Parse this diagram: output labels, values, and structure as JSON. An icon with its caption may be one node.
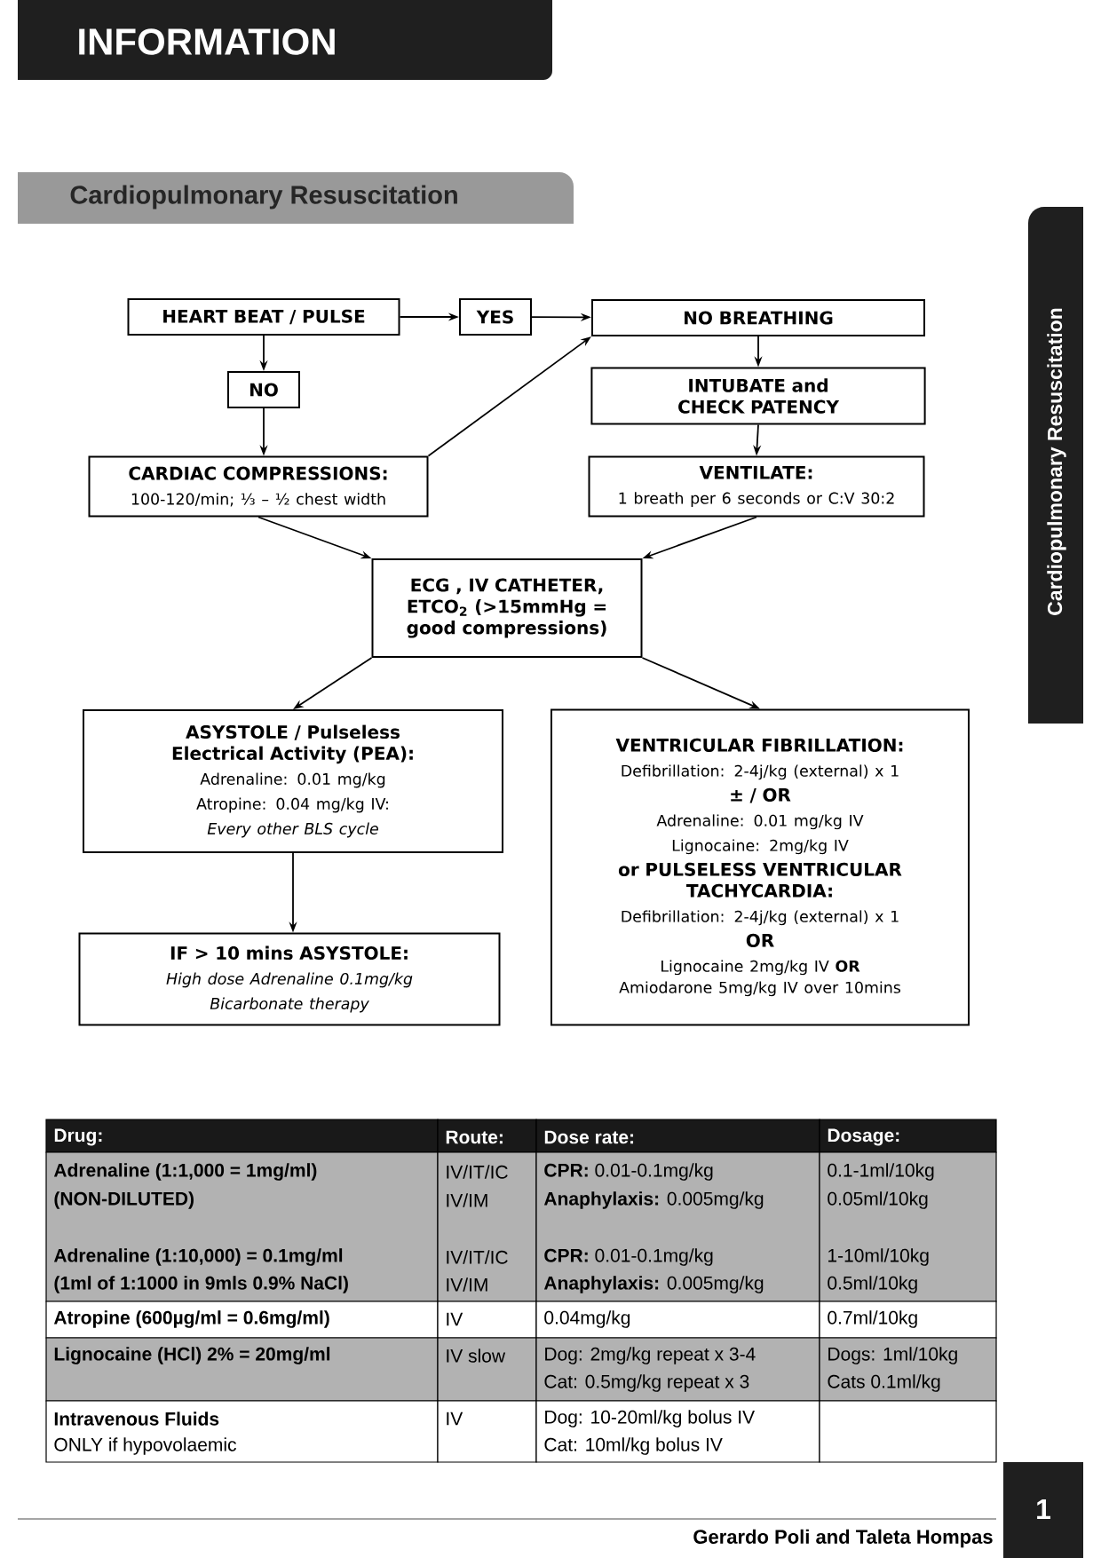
{
  "diagram": {
    "title": "Cardiopulmonary Resuscitation",
    "nodes": [
      {
        "text": [
          "HEART BEAT / PULSE"
        ]
      },
      {
        "text": [
          "YES"
        ]
      },
      {
        "text": [
          "NO BREATHING"
        ]
      },
      {
        "text": [
          "NO"
        ]
      },
      {
        "text": [
          "INTUBATE and CHECK PATENCY"
        ]
      },
      {
        "text": [
          "CARDIAC COMPRESSIONS:",
          "100-120/min; ⅓ – ½ chest width"
        ]
      },
      {
        "text": [
          "VENTILATE:",
          "1 breath per 6 seconds or C:V 30:2"
        ]
      },
      {
        "text": [
          "ECG , IV CATHETER, ETCO$_{2}$ (>15mmHg = good compressions)"
        ]
      },
      {
        "text": [
          "ASYSTOLE / Pulseless Electrical Activity (PEA):",
          "Adrenaline: 0.01 mg/kg",
          "Atropine: 0.04 mg/kg IV:",
          "Every other BLS cycle"
        ]
      },
      {
        "text": [
          "VENTRICULAR FIBRILLATION:",
          "Defibrillation: 2-4j/kg (external) x 1",
          "± / OR",
          "Adrenaline: 0.01 mg/kg IV",
          "Lignocaine: 2mg/kg IV",
          "or PULSELESS VENTRICULAR TACHYCARDIA:",
          "Defibrillation: 2-4j/kg (external) x 1",
          "OR",
          "Lignocaine 2mg/kg IV **OR** Amiodarone 5mg/kg IV over 10mins"
        ]
      },
      {
        "text": [
          "IF > 10 mins ASYSTOLE:",
          "High dose Adrenaline 0.1mg/kg",
          "Bicarbonate therapy"
        ]
      }
    ],
    "edges": [
      {
        "from": 0,
        "to": 1,
        "arrow": "to"
      },
      {
        "from": 1,
        "to": 2,
        "arrow": "to"
      },
      {
        "from": 0,
        "to": 3,
        "arrow": "to"
      },
      {
        "from": 3,
        "to": 5,
        "arrow": "to"
      },
      {
        "from": 5,
        "to": 2,
        "arrow": "to"
      },
      {
        "from": 2,
        "to": 4,
        "arrow": "to"
      },
      {
        "from": 4,
        "to": 6,
        "arrow": "to"
      },
      {
        "from": 5,
        "to": 7,
        "arrow": "to"
      },
      {
        "from": 6,
        "to": 7,
        "arrow": "to"
      },
      {
        "from": 7,
        "to": 8,
        "arrow": "to"
      },
      {
        "from": 7,
        "to": 9,
        "arrow": "to"
      },
      {
        "from": 8,
        "to": 10,
        "arrow": "to"
      }
    ],
    "labels": [
      "INFORMATION",
      "Cardiopulmonary Resuscitation",
      "Drug:",
      "Route:",
      "Dose rate:",
      "Dosage:",
      "Adrenaline (1:1,000 = 1mg/ml)",
      "(NON-DILUTED)",
      "IV/IT/IC",
      "IV/IM",
      "**CPR:** 0.01-0.1mg/kg",
      "**Anaphylaxis:** 0.005mg/kg",
      "0.1-1ml/10kg",
      "0.05ml/10kg",
      "Adrenaline (1:10,000) = 0.1mg/ml",
      "(1ml of 1:1000 in 9mls 0.9% NaCl)",
      "IV/IT/IC",
      "IV/IM",
      "**CPR:** 0.01-0.1mg/kg",
      "**Anaphylaxis:** 0.005mg/kg",
      "1-10ml/10kg",
      "0.5ml/10kg",
      "Atropine (600µg/ml = 0.6mg/ml)",
      "IV",
      "0.04mg/kg",
      "0.7ml/10kg",
      "Lignocaine (HCl) 2% = 20mg/ml",
      "IV slow",
      "Dog: 2mg/kg repeat x 3-4",
      "Cat: 0.5mg/kg repeat x 3",
      "Dogs: 1ml/10kg",
      "Cats 0.1ml/kg",
      "Intravenous Fluids",
      "ONLY if hypovolaemic",
      "IV",
      "Dog: 10-20ml/kg bolus IV",
      "Cat: 10ml/kg bolus IV",
      "1",
      "Gerardo Poli and Taleta Hompas"
    ]
  }
}
